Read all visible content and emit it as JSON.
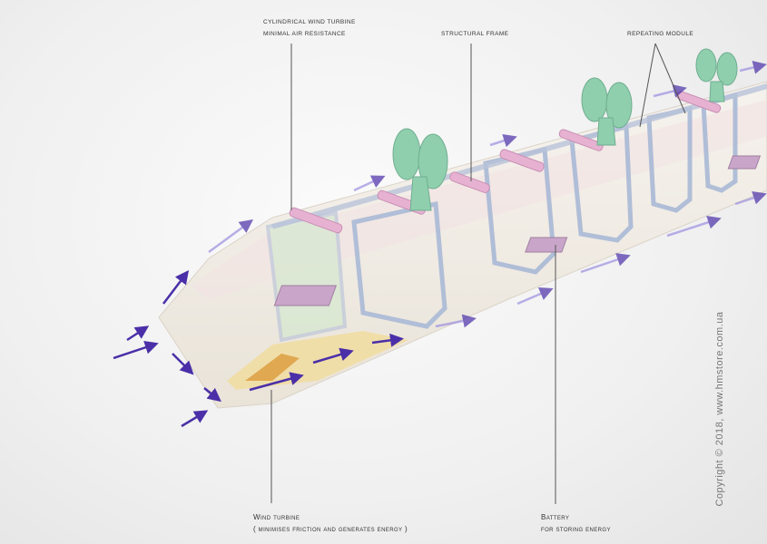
{
  "labels": {
    "turbine_top": {
      "line1": "Cylindrical wind turbine",
      "line2": "Minimal air resistance"
    },
    "frame": "Structural frame",
    "module": "Repeating module",
    "wind_turbine": {
      "line1": "Wind turbine",
      "line2": "( minimises friction and generates energy )"
    },
    "battery": {
      "line1": "Battery",
      "line2": "for storing energy"
    }
  },
  "copyright": "Copyright © 2018, www.hmstore.com.ua",
  "colors": {
    "turbine": "#8fcfae",
    "frame": "#a9b9d6",
    "battery": "#c9a6c9",
    "arrow": "#4a2fa8",
    "body": "#f4eee6"
  }
}
